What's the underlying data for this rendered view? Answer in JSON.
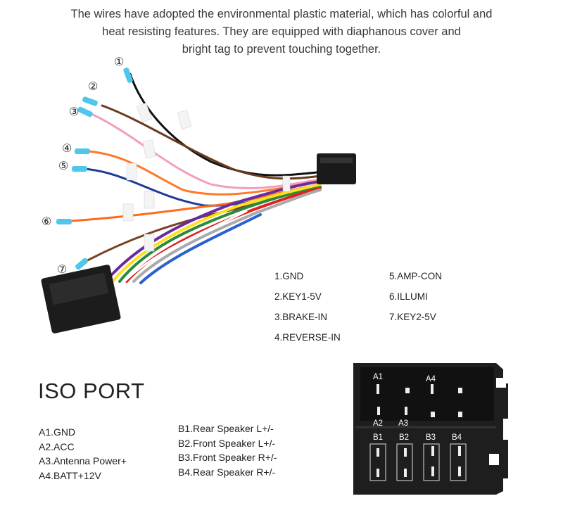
{
  "intro": {
    "lines": [
      "The wires have adopted the environmental plastic material, which has colorful and",
      "heat resisting features. They are equipped with diaphanous cover and",
      "bright tag to prevent touching together."
    ]
  },
  "wire_markers": [
    "①",
    "②",
    "③",
    "④",
    "⑤",
    "⑥",
    "⑦"
  ],
  "pin_functions": {
    "col1": [
      "1.GND",
      "2.KEY1-5V",
      "3.BRAKE-IN",
      "4.REVERSE-IN"
    ],
    "col2": [
      "5.AMP-CON",
      "6.ILLUMI",
      "7.KEY2-5V"
    ]
  },
  "iso_port": {
    "title": "ISO PORT",
    "a_pins": [
      "A1.GND",
      "A2.ACC",
      "A3.Antenna Power+",
      "A4.BATT+12V"
    ],
    "b_pins": [
      "B1.Rear Speaker L+/-",
      "B2.Front Speaker L+/-",
      "B3.Front Speaker R+/-",
      "B4.Rear Speaker R+/-"
    ],
    "connector_labels": {
      "a": [
        "A1",
        "A4",
        "A2",
        "A3"
      ],
      "b": [
        "B1",
        "B2",
        "B3",
        "B4"
      ]
    }
  }
}
